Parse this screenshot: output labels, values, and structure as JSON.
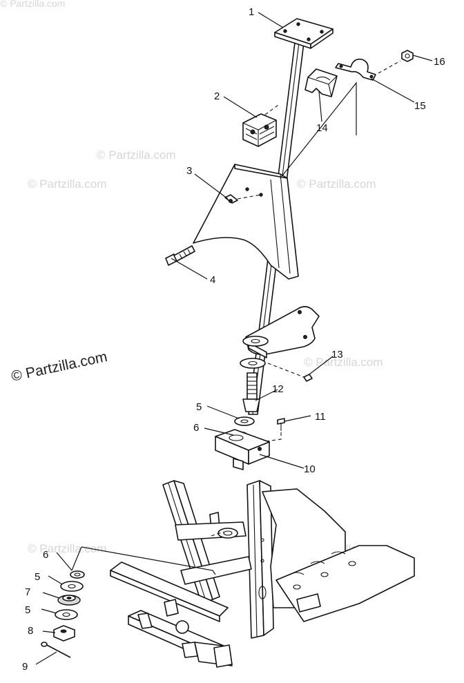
{
  "watermark": {
    "main": "© Partzilla.com",
    "faint": "© Partzilla.com"
  },
  "callouts": [
    "1",
    "2",
    "3",
    "4",
    "5",
    "5",
    "5",
    "6",
    "6",
    "7",
    "8",
    "9",
    "10",
    "11",
    "12",
    "13",
    "14",
    "15",
    "16"
  ]
}
